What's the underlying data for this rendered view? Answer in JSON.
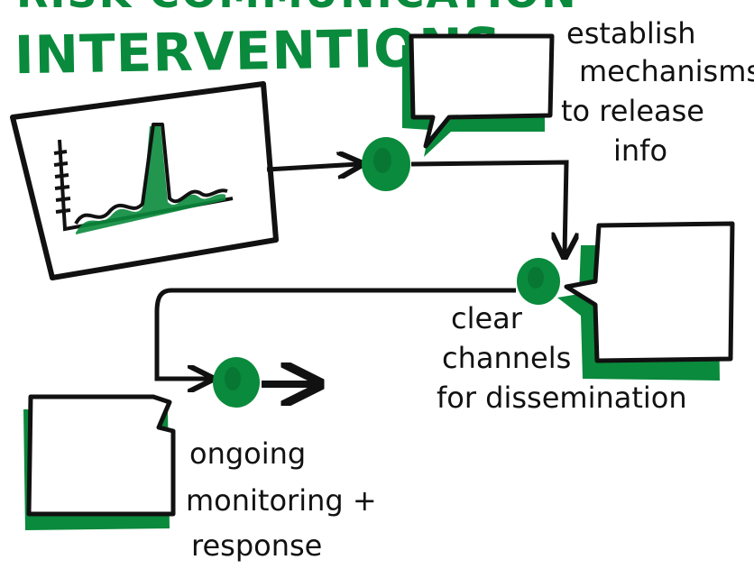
{
  "title": {
    "partial_top_line": "RISK COMMUNICATION",
    "line": "INTERVENTIONS"
  },
  "steps": [
    {
      "id": "step-1",
      "label_lines": [
        "establish",
        "mechanisms",
        "to release",
        "info"
      ]
    },
    {
      "id": "step-2",
      "label_lines": [
        "clear",
        "channels",
        "for dissemination"
      ]
    },
    {
      "id": "step-3",
      "label_lines": [
        "ongoing",
        "monitoring +",
        "response"
      ]
    }
  ],
  "colors": {
    "accent": "#0a8a3c",
    "accent_dark": "#066b2d",
    "ink": "#111111",
    "paper": "#ffffff"
  },
  "icons": {
    "signal_chart": "spike-chart-icon",
    "speech_bubble": "speech-bubble-icon",
    "node": "dot-node-icon",
    "arrow": "arrow-icon"
  }
}
